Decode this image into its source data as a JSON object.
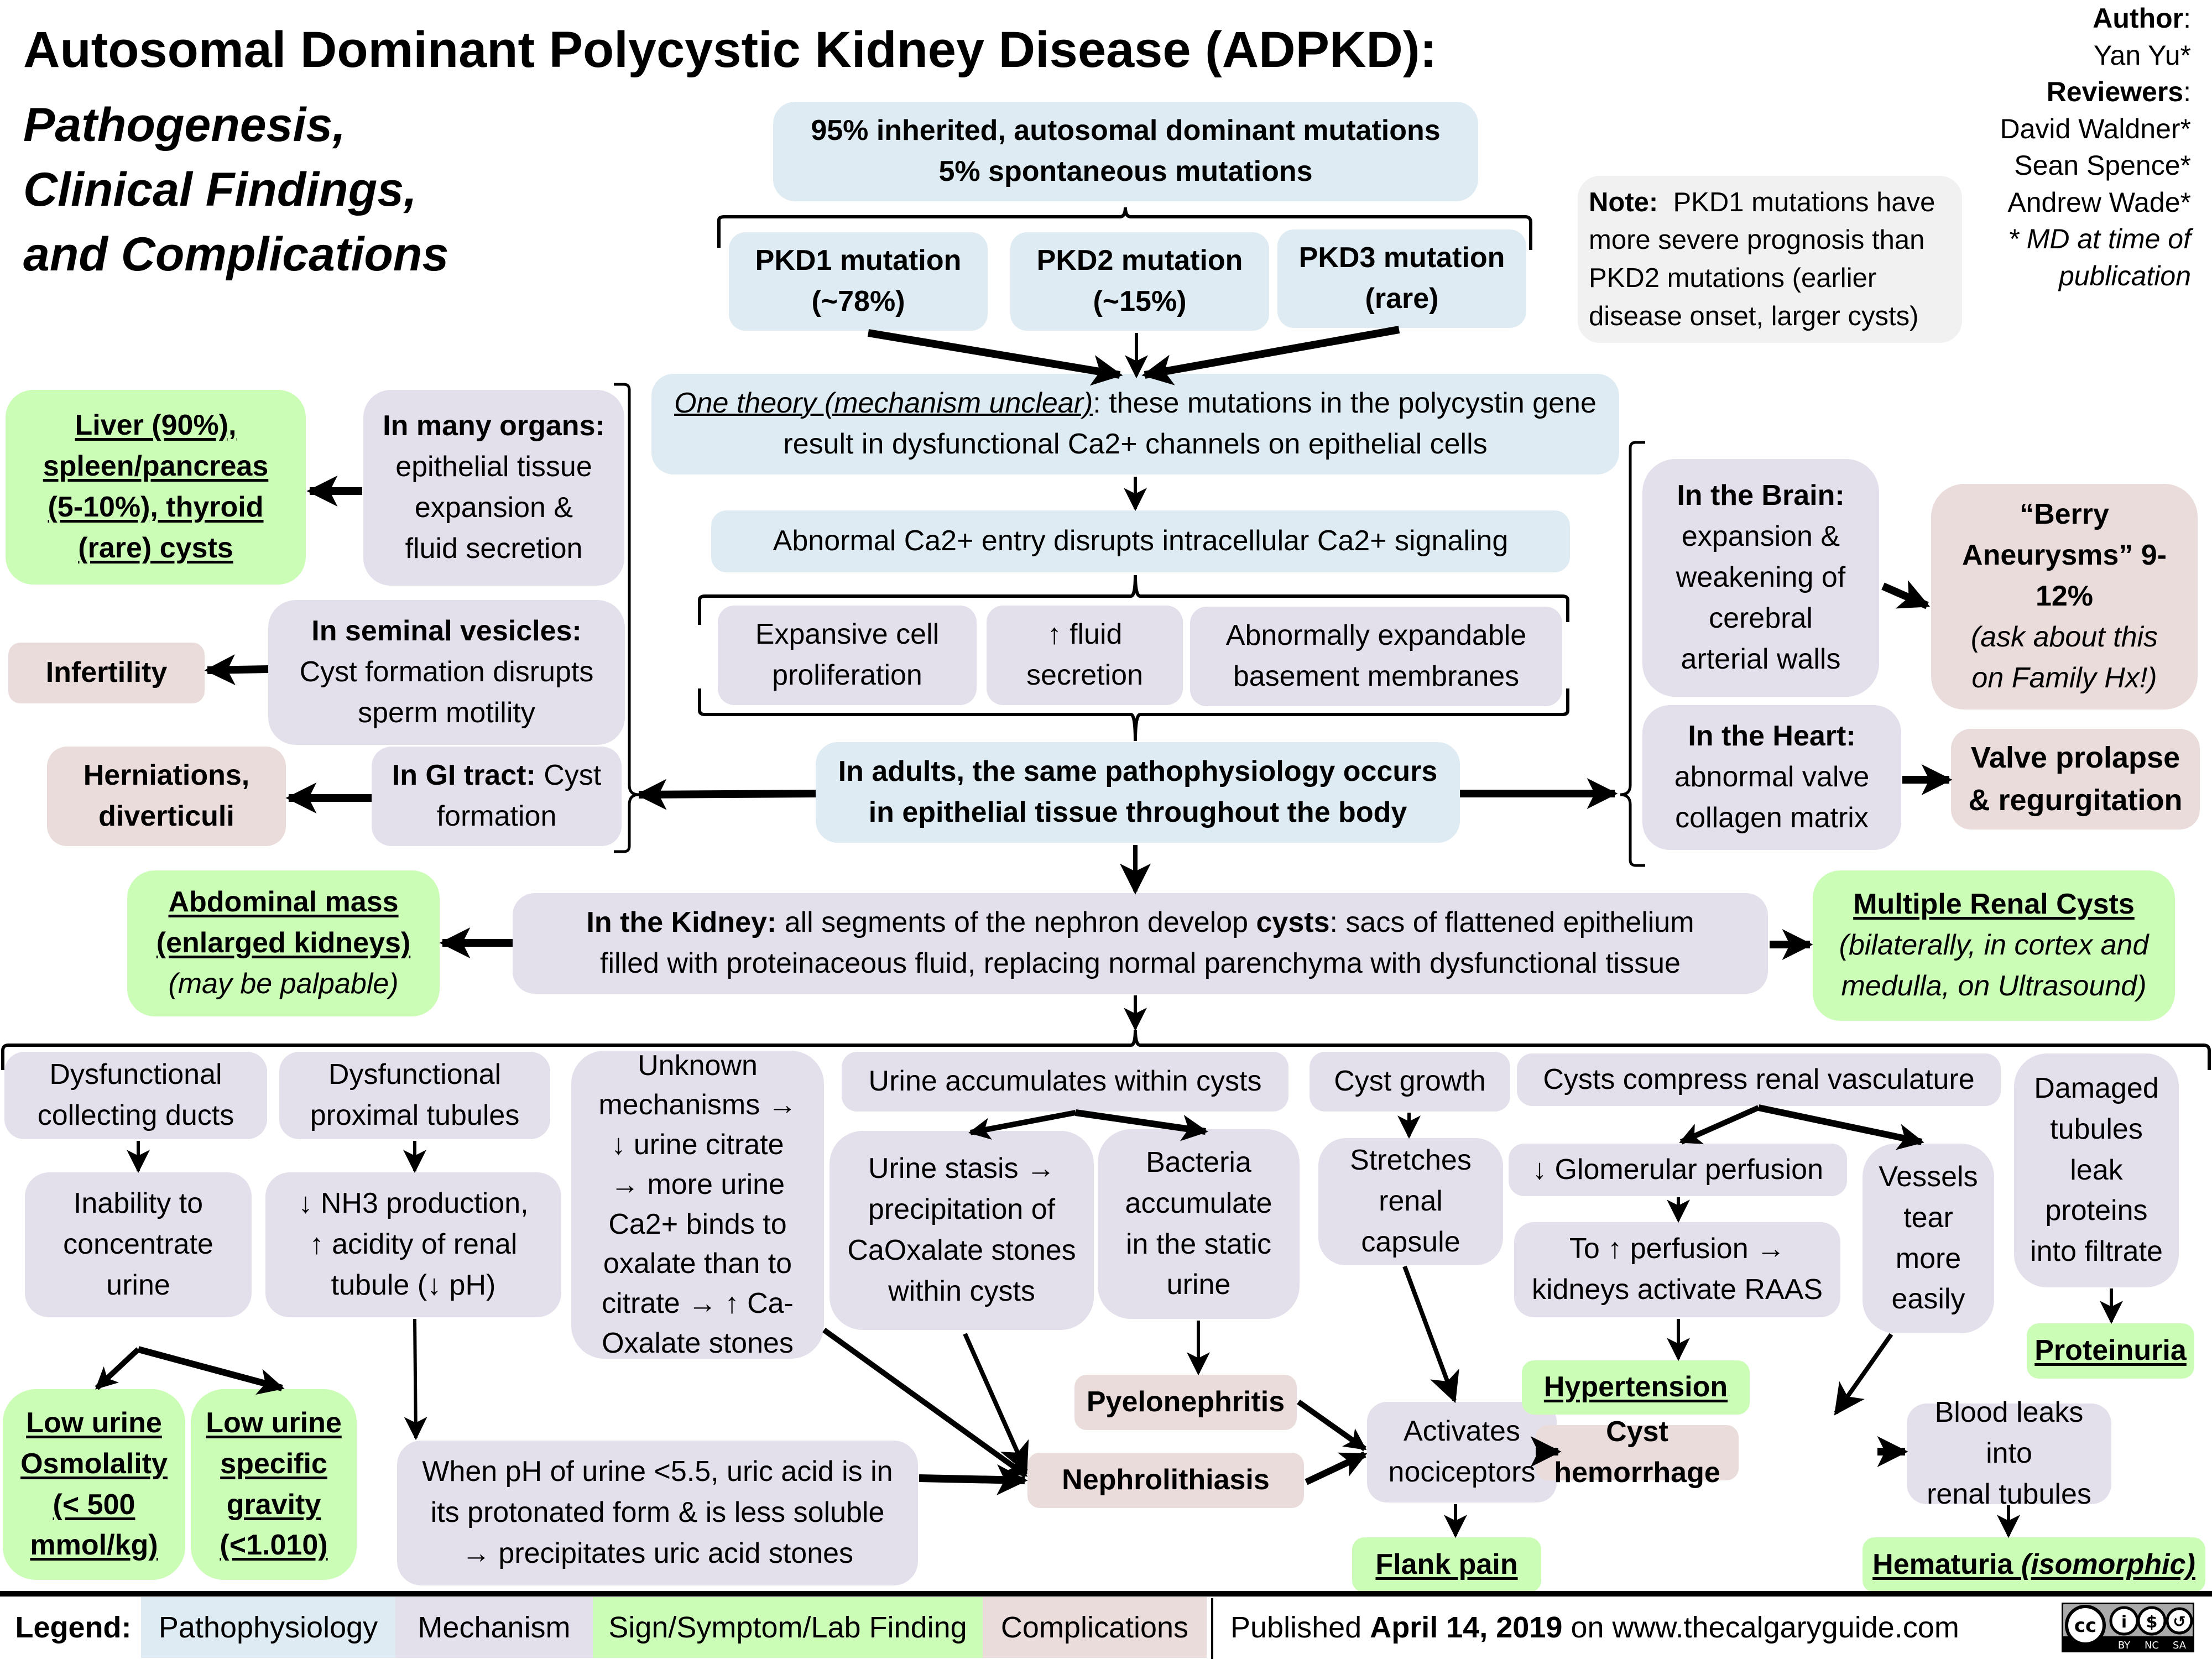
{
  "title": "Autosomal Dominant Polycystic Kidney Disease (ADPKD):",
  "subtitle": [
    "Pathogenesis,",
    "Clinical Findings,",
    "and Complications"
  ],
  "credits": {
    "author_label": "Author",
    "author": "Yan Yu*",
    "reviewers_label": "Reviewers",
    "reviewers": [
      "David Waldner*",
      "Sean Spence*",
      "Andrew Wade*"
    ],
    "footnote": [
      "* MD at time of",
      "publication"
    ]
  },
  "colors": {
    "pathophysiology": "#deebf2",
    "mechanism": "#e3dfeb",
    "sign": "#ccfdb7",
    "complication": "#ebdcdc",
    "note": "#f1f1f1"
  },
  "top": {
    "inheritance": [
      "95% inherited, autosomal dominant mutations",
      "5% spontaneous mutations"
    ],
    "pkd1": [
      "PKD1 mutation",
      "(~78%)"
    ],
    "pkd2": [
      "PKD2 mutation",
      "(~15%)"
    ],
    "pkd3": [
      "PKD3 mutation",
      "(rare)"
    ],
    "note_label": "Note:",
    "note_text": "PKD1 mutations have more severe prognosis than PKD2 mutations (earlier disease onset, larger cysts)"
  },
  "center": {
    "theory_label": "One theory (mechanism unclear)",
    "theory_text": ": these mutations  in the polycystin gene result in dysfunctional Ca2+ channels on epithelial cells",
    "ca_signaling": "Abnormal Ca2+ entry disrupts intracellular Ca2+ signaling",
    "proliferation": [
      "Expansive cell",
      "proliferation"
    ],
    "fluid": [
      "↑ fluid",
      "secretion"
    ],
    "basement": [
      "Abnormally expandable",
      "basement membranes"
    ],
    "adults": [
      "In adults, the same pathophysiology occurs",
      "in epithelial tissue throughout the body"
    ]
  },
  "left": {
    "organs_label": "In many organs:",
    "organs_text": [
      "epithelial  tissue",
      "expansion &",
      "fluid secretion"
    ],
    "liver": [
      "Liver (90%),",
      "spleen/pancreas",
      "(5-10%), thyroid",
      "(rare) cysts"
    ],
    "seminal_label": "In seminal vesicles:",
    "seminal_text": [
      "Cyst formation disrupts",
      "sperm motility"
    ],
    "infertility": "Infertility",
    "gi_label": "In GI tract:",
    "gi_text": "Cyst formation",
    "herniations": [
      "Herniations,",
      "diverticuli"
    ]
  },
  "right": {
    "brain_label": "In the Brain:",
    "brain_text": [
      "expansion &",
      "weakening of",
      "cerebral",
      "arterial walls"
    ],
    "berry": [
      "“Berry",
      "Aneurysms” 9-",
      "12%"
    ],
    "berry_note": [
      "(ask about this",
      "on Family Hx!)"
    ],
    "heart_label": "In the Heart:",
    "heart_text": [
      "abnormal valve",
      "collagen matrix"
    ],
    "valve": [
      "Valve prolapse",
      "& regurgitation"
    ]
  },
  "kidney": {
    "label": "In the Kidney:",
    "text1": " all segments of the nephron develop ",
    "cysts": "cysts",
    "text2": ": sacs of flattened epithelium",
    "text3": "filled with proteinaceous fluid, replacing  normal parenchyma with dysfunctional tissue",
    "abdominal": [
      "Abdominal mass",
      "(enlarged kidneys)"
    ],
    "abdominal_note": "(may be palpable)",
    "renal_cysts": "Multiple Renal Cysts",
    "renal_cysts_note": [
      "(bilaterally, in cortex and",
      "medulla, on Ultrasound)"
    ]
  },
  "bottom": {
    "collecting": [
      "Dysfunctional",
      "collecting ducts"
    ],
    "inability": [
      "Inability to",
      "concentrate",
      "urine"
    ],
    "osmolality": [
      "Low urine",
      "Osmolality",
      "(< 500",
      "mmol/kg)"
    ],
    "gravity": [
      "Low urine",
      "specific",
      "gravity",
      "(<1.010)"
    ],
    "proximal": [
      "Dysfunctional",
      "proximal tubules"
    ],
    "nh3": [
      "↓ NH3 production,",
      "↑ acidity of renal",
      "tubule (↓ pH)"
    ],
    "uric": [
      "When pH of urine <5.5, uric acid is in",
      "its protonated form & is less soluble",
      "→ precipitates uric acid stones"
    ],
    "unknown": [
      "Unknown",
      "mechanisms →",
      "↓ urine citrate",
      "→ more urine",
      "Ca2+ binds to",
      "oxalate than to",
      "citrate → ↑ Ca-",
      "Oxalate stones"
    ],
    "accumulates": "Urine accumulates within cysts",
    "stasis": [
      "Urine stasis →",
      "precipitation of",
      "CaOxalate stones",
      "within cysts"
    ],
    "bacteria": [
      "Bacteria",
      "accumulate",
      "in the static",
      "urine"
    ],
    "pyelonephritis": "Pyelonephritis",
    "nephrolithiasis": "Nephrolithiasis",
    "cyst_growth": "Cyst growth",
    "stretches": [
      "Stretches",
      "renal",
      "capsule"
    ],
    "nociceptors": [
      "Activates",
      "nociceptors"
    ],
    "flank_pain": "Flank pain",
    "compress": "Cysts compress renal vasculature",
    "glomerular": "↓ Glomerular perfusion",
    "raas": [
      "To ↑ perfusion →",
      "kidneys activate RAAS"
    ],
    "hypertension": "Hypertension",
    "vessels": [
      "Vessels",
      "tear",
      "more",
      "easily"
    ],
    "hemorrhage": "Cyst hemorrhage",
    "blood_leaks": [
      "Blood leaks into",
      "renal tubules"
    ],
    "hematuria": "Hematuria",
    "hematuria_note": "(isomorphic)",
    "damaged": [
      "Damaged",
      "tubules",
      "leak",
      "proteins",
      "into filtrate"
    ],
    "proteinuria": "Proteinuria"
  },
  "legend": {
    "label": "Legend:",
    "items": [
      "Pathophysiology",
      "Mechanism",
      "Sign/Symptom/Lab Finding",
      "Complications"
    ]
  },
  "footer": {
    "published_prefix": "Published ",
    "date": "April 14, 2019",
    "published_suffix": " on www.thecalgaryguide.com",
    "license_icon": "cc-by-nc-sa-icon",
    "license_labels": [
      "BY",
      "NC",
      "SA"
    ]
  }
}
